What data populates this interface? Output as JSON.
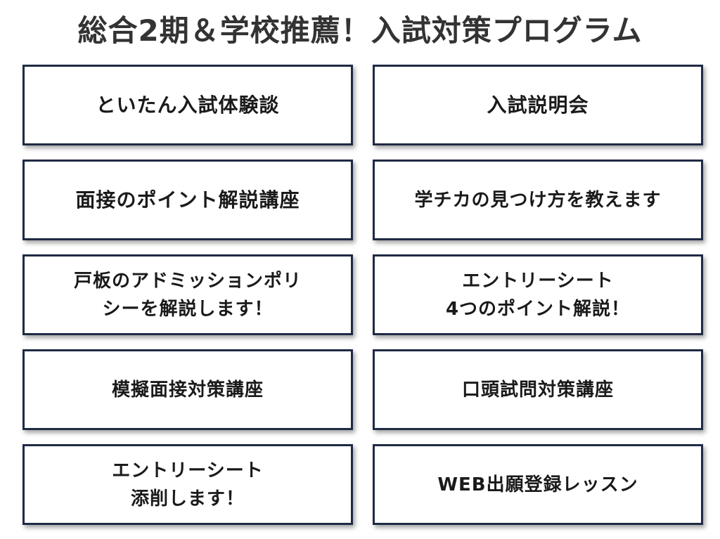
{
  "title": "総合2期＆学校推薦！入試対策プログラム",
  "programs": [
    {
      "label": "といたん入試体験談"
    },
    {
      "label": "入試説明会"
    },
    {
      "label": "面接のポイント解説講座"
    },
    {
      "label": "学チカの見つけ方を教えます"
    },
    {
      "label": "戸板のアドミッションポリ\nシーを解説します！"
    },
    {
      "label": "エントリーシート\n4つのポイント解説！"
    },
    {
      "label": "模擬面接対策講座"
    },
    {
      "label": "口頭試問対策講座"
    },
    {
      "label": "エントリーシート\n添削します！"
    },
    {
      "label": "WEB出願登録レッスン"
    }
  ]
}
